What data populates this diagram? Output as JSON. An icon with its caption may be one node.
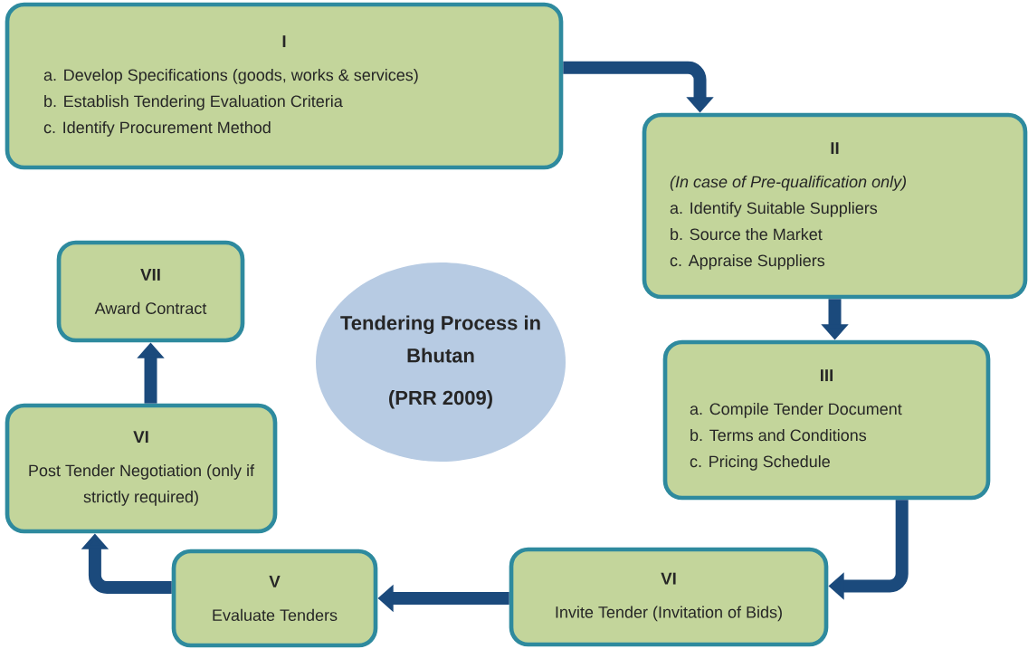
{
  "diagram": {
    "nodes": [
      {
        "text": [
          "I",
          "a. Develop Specifications (goods, works & services)",
          "b. Establish Tendering Evaluation Criteria",
          "c. Identify Procurement Method"
        ]
      },
      {
        "text": [
          "II",
          "(In case of Pre-qualification only)",
          "a. Identify Suitable Suppliers",
          "b. Source the Market",
          "c. Appraise Suppliers"
        ]
      },
      {
        "text": [
          "III",
          "a. Compile Tender Document",
          "b. Terms and Conditions",
          "c. Pricing Schedule"
        ]
      },
      {
        "text": [
          "VI",
          "Invite Tender (Invitation of Bids)"
        ]
      },
      {
        "text": [
          "V",
          "Evaluate Tenders"
        ]
      },
      {
        "text": [
          "VI",
          "Post Tender Negotiation (only if strictly required)"
        ]
      },
      {
        "text": [
          "VII",
          "Award Contract"
        ]
      },
      {
        "text": [
          "Tendering Process in Bhutan",
          "(PRR 2009)"
        ]
      }
    ],
    "edges": [
      {
        "from": 0,
        "to": 1,
        "arrow": "to"
      },
      {
        "from": 1,
        "to": 2,
        "arrow": "to"
      },
      {
        "from": 2,
        "to": 3,
        "arrow": "to"
      },
      {
        "from": 3,
        "to": 4,
        "arrow": "to"
      },
      {
        "from": 4,
        "to": 5,
        "arrow": "to"
      },
      {
        "from": 5,
        "to": 6,
        "arrow": "to"
      }
    ]
  }
}
